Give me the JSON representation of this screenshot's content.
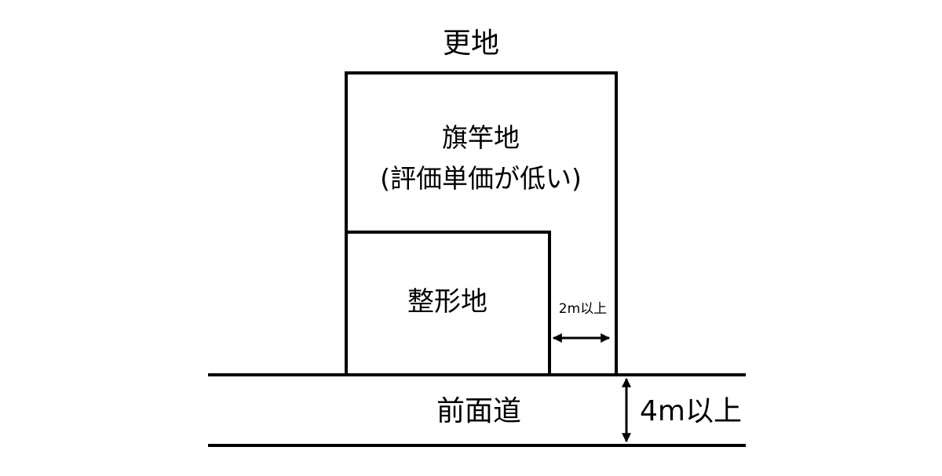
{
  "labels": {
    "adjacent_land": "更地",
    "flag_lot_title": "旗竿地",
    "flag_lot_note": "(評価単価が低い)",
    "regular_lot": "整形地",
    "access_width": "2m以上",
    "front_road": "前面道",
    "road_width": "4m以上"
  },
  "colors": {
    "line": "#000000",
    "background": "#ffffff"
  }
}
